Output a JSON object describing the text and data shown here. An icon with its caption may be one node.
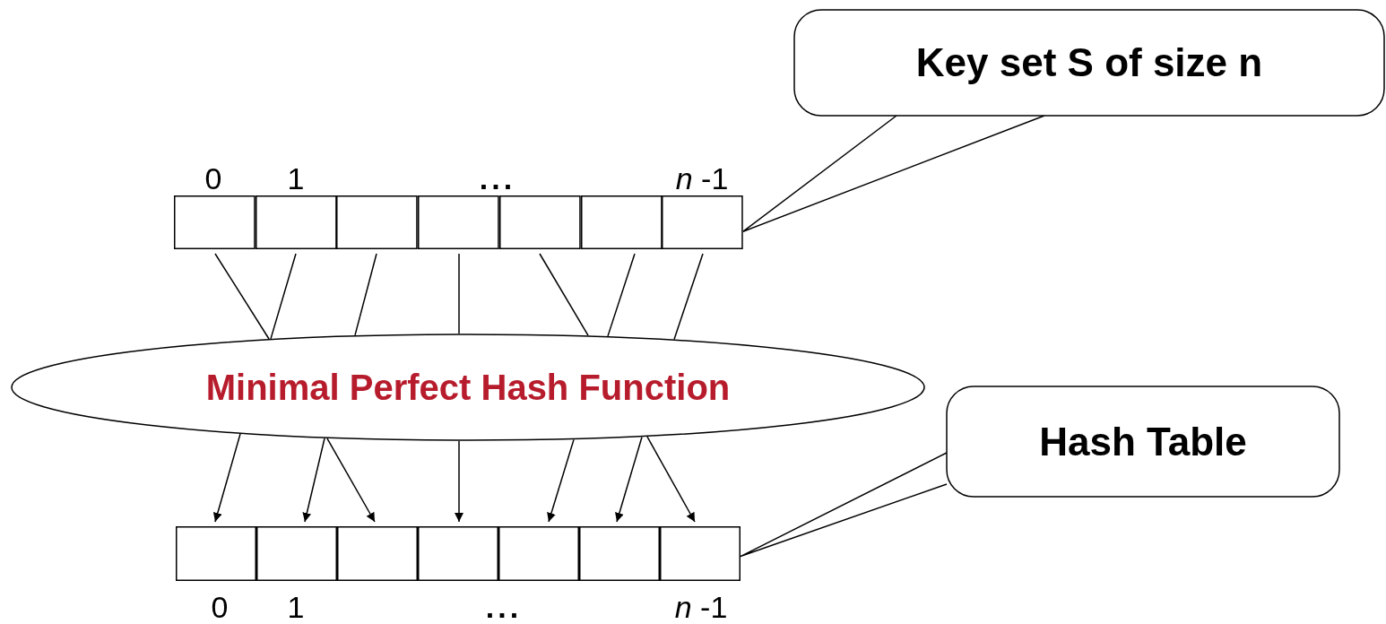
{
  "diagram": {
    "nodes": [
      {
        "text": [
          "Key set S of size n"
        ]
      },
      {
        "text": [],
        "shape": "box"
      },
      {
        "text": [],
        "shape": "box"
      },
      {
        "text": [],
        "shape": "box"
      },
      {
        "text": [],
        "shape": "box"
      },
      {
        "text": [],
        "shape": "box"
      },
      {
        "text": [],
        "shape": "box"
      },
      {
        "text": [],
        "shape": "box"
      },
      {
        "text": [
          "Minimal Perfect Hash Function"
        ]
      },
      {
        "text": [
          "Hash Table"
        ]
      },
      {
        "text": [],
        "shape": "box"
      },
      {
        "text": [],
        "shape": "box"
      },
      {
        "text": [],
        "shape": "box"
      },
      {
        "text": [],
        "shape": "box"
      },
      {
        "text": [],
        "shape": "box"
      },
      {
        "text": [],
        "shape": "box"
      },
      {
        "text": [],
        "shape": "box"
      }
    ],
    "edges": [
      {
        "from": 0,
        "to": 7,
        "arrow": "none"
      },
      {
        "from": 1,
        "to": 8,
        "arrow": "none"
      },
      {
        "from": 2,
        "to": 8,
        "arrow": "none"
      },
      {
        "from": 3,
        "to": 8,
        "arrow": "none"
      },
      {
        "from": 4,
        "to": 8,
        "arrow": "none"
      },
      {
        "from": 5,
        "to": 8,
        "arrow": "none"
      },
      {
        "from": 6,
        "to": 8,
        "arrow": "none"
      },
      {
        "from": 7,
        "to": 8,
        "arrow": "none"
      },
      {
        "from": 8,
        "to": 10,
        "arrow": "to"
      },
      {
        "from": 8,
        "to": 11,
        "arrow": "to"
      },
      {
        "from": 8,
        "to": 12,
        "arrow": "to"
      },
      {
        "from": 8,
        "to": 13,
        "arrow": "to"
      },
      {
        "from": 8,
        "to": 14,
        "arrow": "to"
      },
      {
        "from": 8,
        "to": 15,
        "arrow": "to"
      },
      {
        "from": 8,
        "to": 16,
        "arrow": "to"
      },
      {
        "from": 9,
        "to": 16,
        "arrow": "none"
      }
    ],
    "labels": [
      "0",
      "1",
      "...",
      "*n* -1",
      "0",
      "1",
      "...",
      "*n* -1"
    ]
  }
}
